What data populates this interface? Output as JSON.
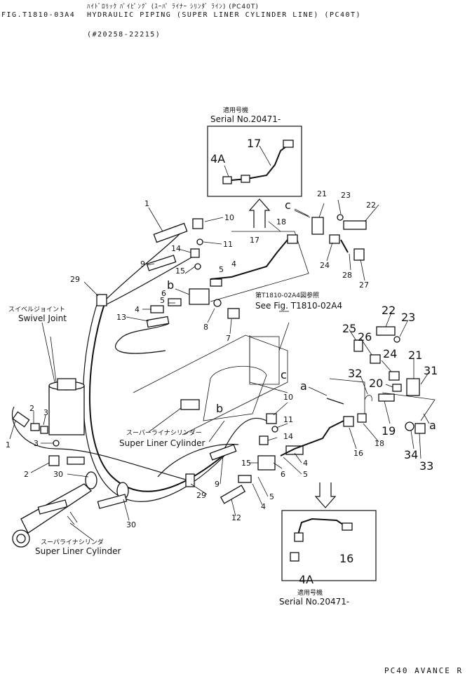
{
  "header": {
    "fig_label": "FIG.T1810-03A4",
    "title_jp": "ﾊｲﾄﾞﾛﾘｯｸ ﾊﾟｲﾋﾟﾝｸﾞ (ｽｰﾊﾟ ﾗｲﾅｰ ｼﾘﾝﾀﾞ ﾗｲﾝ) (PC40T)",
    "title_en": "HYDRAULIC PIPING (SUPER LINER CYLINDER LINE) (PC40T)",
    "serial_range": "(#20258-22215)"
  },
  "callouts": {
    "top_serial_jp": "適用号機",
    "top_serial": "Serial No.20471-",
    "bottom_serial_jp": "適用号機",
    "bottom_serial": "Serial No.20471-",
    "see_fig_jp": "第T1810-02A4図参照",
    "see_fig": "See Fig. T1810-02A4",
    "swivel_jp": "スイベルジョイント",
    "swivel_en": "Swivel Joint",
    "cyl_mid_jp": "スーパーライナシリンダー",
    "cyl_mid_en": "Super Liner Cylinder",
    "cyl_bottom_jp": "スーパライナシリンダ",
    "cyl_bottom_en": "Super Liner Cylinder"
  },
  "part_labels": {
    "p1_top": "1",
    "p10_top": "10",
    "p11_top": "11",
    "p14_top": "14",
    "p9_top": "9",
    "p15_top": "15",
    "b_top": "b",
    "p5_top": "5",
    "p6_top": "6",
    "p4_top": "4",
    "p13": "13",
    "p29_top": "29",
    "p17": "17",
    "p18_top": "18",
    "p8": "8",
    "p7": "7",
    "p4_mid": "4",
    "p5_mid": "5",
    "p21_top": "21",
    "p23_top": "23",
    "p22_top": "22",
    "c_top": "c",
    "p24_top": "24",
    "p28": "28",
    "p27": "27",
    "inset_17": "17",
    "inset_4A_top": "4A",
    "p22_right": "22",
    "p23_right": "23",
    "p25": "25",
    "p26": "26",
    "p24_right": "24",
    "p21_right": "21",
    "p31": "31",
    "p32": "32",
    "p20": "20",
    "p19": "19",
    "a_right": "a",
    "p34": "34",
    "p33": "33",
    "c_mid": "c",
    "a_mid": "a",
    "p18_right": "18",
    "p16": "16",
    "p10_mid": "10",
    "p11_mid": "11",
    "p14_mid": "14",
    "b_mid": "b",
    "p15_mid": "15",
    "p9_mid": "9",
    "p6_mid": "6",
    "p4_low": "4",
    "p5_low": "5",
    "p4_low2": "4",
    "p12": "12",
    "p29_mid": "29",
    "p1_left": "1",
    "p2_left": "2",
    "p3_left": "3",
    "p3_left2": "3",
    "p2_left2": "2",
    "p30_a": "30",
    "p30_b": "30",
    "inset_16": "16",
    "inset_4A_bottom": "4A"
  },
  "footer": "PC40 AVANCE R"
}
